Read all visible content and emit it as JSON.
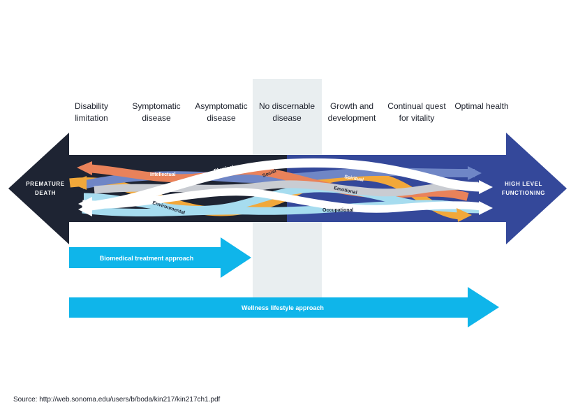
{
  "stages": [
    "Disability\nlimitation",
    "Symptomatic\ndisease",
    "Asymptomatic\ndisease",
    "No discernable\ndisease",
    "Growth and\ndevelopment",
    "Continual quest\nfor vitality",
    "Optimal health"
  ],
  "ends": {
    "left": [
      "PREMATURE",
      "DEATH"
    ],
    "right": [
      "HIGH LEVEL",
      "FUNCTIONING"
    ]
  },
  "strands": {
    "intellectual": "Intellectual",
    "physical": "Physical",
    "social": "Social",
    "spiritual": "Spiritual",
    "emotional": "Emotional",
    "environmental": "Environmental",
    "occupational": "Occupational"
  },
  "approaches": {
    "biomedical": "Biomedical treatment approach",
    "wellness": "Wellness lifestyle approach"
  },
  "source": "Source: http://web.sonoma.edu/users/b/boda/kin217/kin217ch1.pdf",
  "colors": {
    "dark": "#1e2433",
    "navy": "#34489a",
    "cyan": "#0fb5ea",
    "band": "#e9eef0",
    "blue_strand": "#6f86c6",
    "orange_strand": "#e9825a",
    "yellow_strand": "#f2a83a",
    "light_blue_strand": "#a6dcef"
  }
}
